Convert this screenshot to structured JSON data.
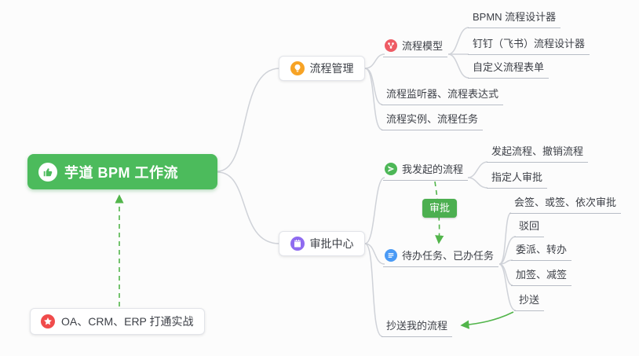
{
  "root": {
    "label": "芋道 BPM 工作流"
  },
  "practice": {
    "label": "OA、CRM、ERP 打通实战"
  },
  "approval_badge": {
    "label": "审批"
  },
  "process_management": {
    "label": "流程管理",
    "process_model": {
      "label": "流程模型",
      "items": [
        "BPMN 流程设计器",
        "钉钉（飞书）流程设计器",
        "自定义流程表单"
      ]
    },
    "listener_expression": "流程监听器、流程表达式",
    "instance_task": "流程实例、流程任务"
  },
  "approval_center": {
    "label": "审批中心",
    "my_initiated": {
      "label": "我发起的流程",
      "items": [
        "发起流程、撤销流程",
        "指定人审批"
      ]
    },
    "todo_done": {
      "label": "待办任务、已办任务",
      "items": [
        "会签、或签、依次审批",
        "驳回",
        "委派、转办",
        "加签、减签",
        "抄送"
      ]
    },
    "cc_my_process": "抄送我的流程"
  },
  "icons": {
    "root": "thumbs-up-icon",
    "process_management": "lightbulb-icon",
    "process_model": "flow-branch-icon",
    "approval_center": "calendar-icon",
    "my_initiated": "send-icon",
    "todo_done": "task-list-icon",
    "practice": "star-icon"
  },
  "colors": {
    "root_bg": "#4cbb5c",
    "badge_bg": "#4caf50",
    "arrow_green": "#52b54b",
    "connector_gray": "#cfd2d8",
    "icon_orange": "#f7a325",
    "icon_purple": "#8f6bf0",
    "icon_red": "#ee5b64",
    "icon_green": "#4db757",
    "icon_blue": "#4a9af5",
    "icon_star_red": "#f04b4b"
  }
}
